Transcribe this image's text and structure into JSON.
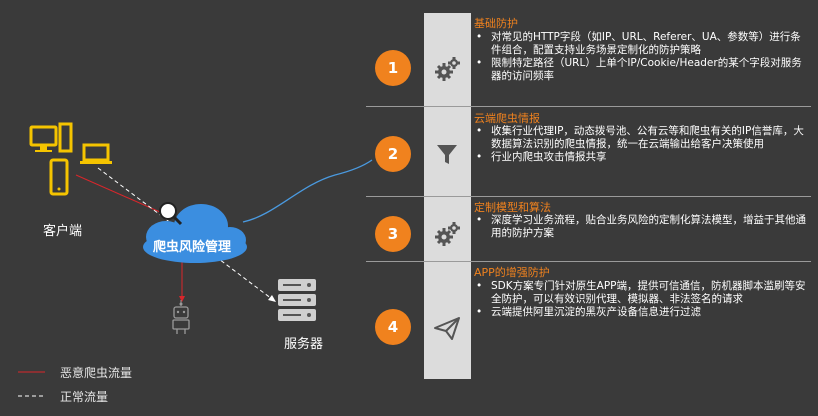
{
  "left": {
    "client_label": "客户端",
    "cloud_label": "爬虫风险管理",
    "server_label": "服务器"
  },
  "legend": {
    "malicious": "恶意爬虫流量",
    "normal": "正常流量"
  },
  "colors": {
    "accent": "#f0821e",
    "client_icons": "#f5c400",
    "cloud": "#3b8ee0",
    "malicious_line": "#d9262b",
    "connector": "#4a9ae0"
  },
  "sections": [
    {
      "number": "1",
      "icon": "gears-icon",
      "title": "基础防护",
      "bullets": [
        "对常见的HTTP字段（如IP、URL、Referer、UA、参数等）进行条件组合，配置支持业务场景定制化的防护策略",
        "限制特定路径（URL）上单个IP/Cookie/Header的某个字段对服务器的访问频率"
      ]
    },
    {
      "number": "2",
      "icon": "funnel-icon",
      "title": "云端爬虫情报",
      "bullets": [
        "收集行业代理IP，动态拨号池、公有云等和爬虫有关的IP信誉库，大数据算法识别的爬虫情报，统一在云端输出给客户决策使用",
        "行业内爬虫攻击情报共享"
      ]
    },
    {
      "number": "3",
      "icon": "gears-icon",
      "title": "定制模型和算法",
      "bullets": [
        "深度学习业务流程，贴合业务风险的定制化算法模型，增益于其他通用的防护方案"
      ]
    },
    {
      "number": "4",
      "icon": "paper-plane-icon",
      "title": "APP的增强防护",
      "bullets": [
        "SDK方案专门针对原生APP端，提供可信通信，防机器脚本滥刷等安全防护，可以有效识别代理、模拟器、非法签名的请求",
        "云端提供阿里沉淀的黑灰产设备信息进行过滤"
      ]
    }
  ]
}
